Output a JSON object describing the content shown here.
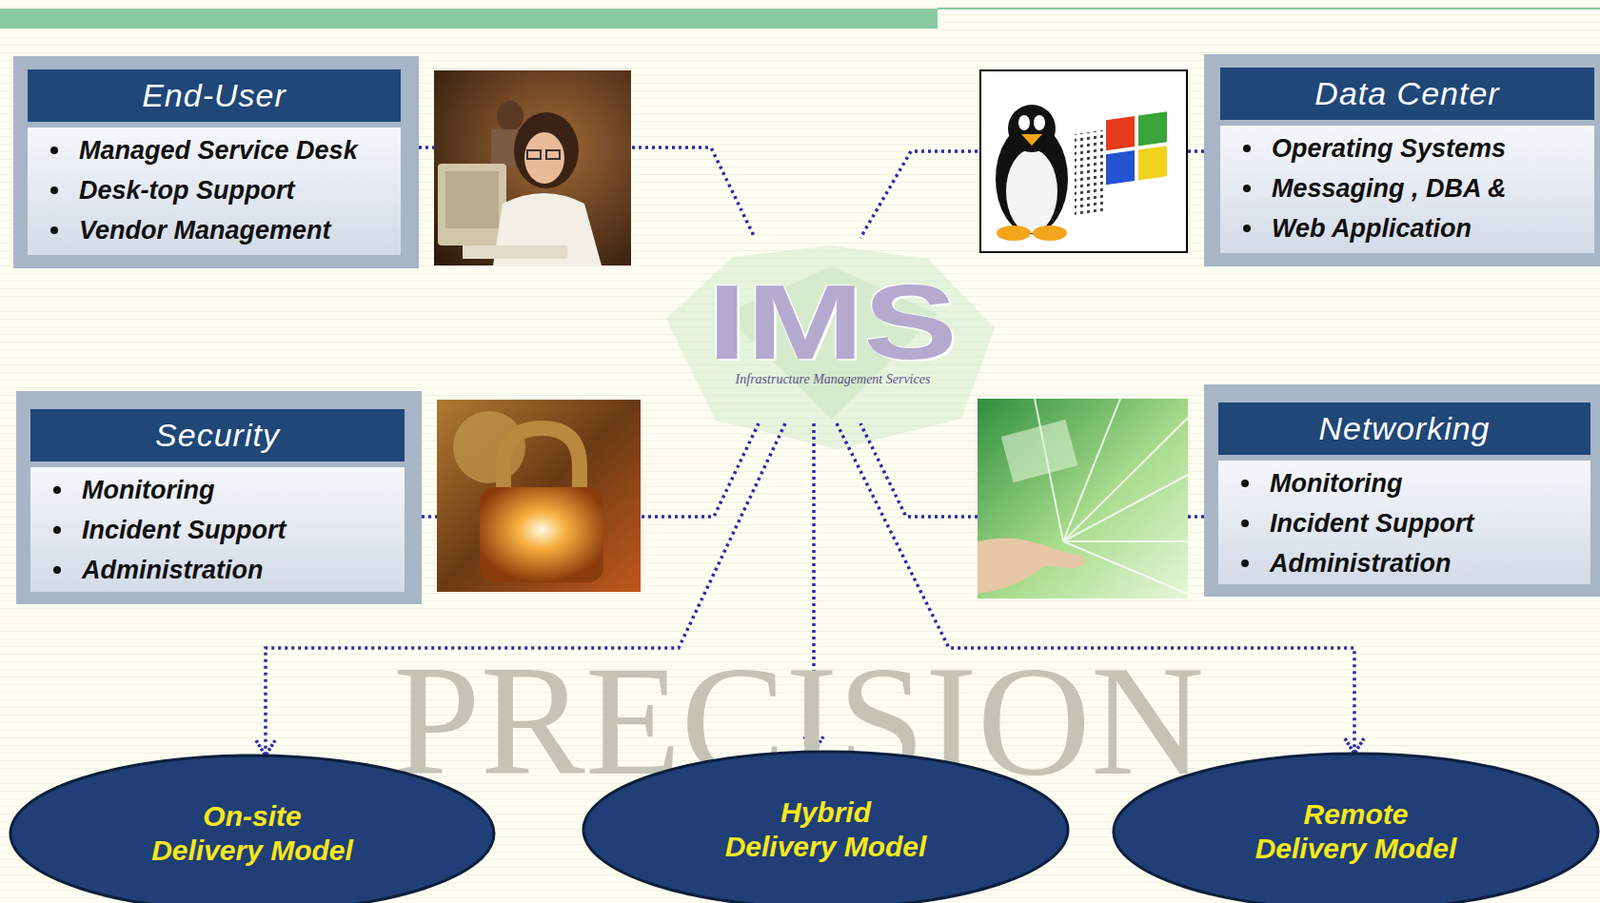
{
  "diagram": {
    "nodes": [
      {
        "text": [
          "End-User",
          "Managed Service Desk",
          "Desk-top Support",
          "Vendor Management"
        ]
      },
      {
        "text": [
          "Data Center",
          "Operating Systems",
          "Messaging , DBA &",
          "Web Application"
        ]
      },
      {
        "text": [
          "IMS",
          "Infrastructure Management Services"
        ]
      },
      {
        "text": [
          "Security",
          "Monitoring",
          "Incident Support",
          "Administration"
        ]
      },
      {
        "text": [
          "Networking",
          "Monitoring",
          "Incident Support",
          "Administration"
        ]
      },
      {
        "text": [
          "On-site Delivery Model"
        ]
      },
      {
        "text": [
          "Hybrid Delivery Model"
        ]
      },
      {
        "text": [
          "Remote Delivery Model"
        ]
      }
    ],
    "edges": [
      {
        "from": 0,
        "to": 2,
        "arrow": "none"
      },
      {
        "from": 1,
        "to": 2,
        "arrow": "none"
      },
      {
        "from": 3,
        "to": 2,
        "arrow": "none"
      },
      {
        "from": 4,
        "to": 2,
        "arrow": "none"
      },
      {
        "from": 2,
        "to": 5,
        "arrow": "to"
      },
      {
        "from": 2,
        "to": 6,
        "arrow": "to"
      },
      {
        "from": 2,
        "to": 7,
        "arrow": "to"
      }
    ],
    "labels": [
      "PRECISION"
    ]
  }
}
